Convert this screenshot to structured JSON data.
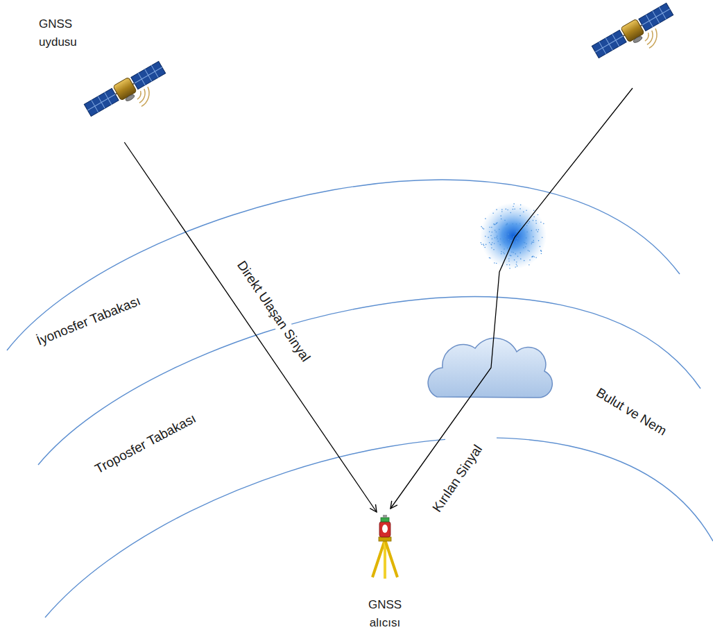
{
  "diagram": {
    "nodes": [
      {
        "text": [
          "GNSS uydusu"
        ]
      },
      {
        "text": [
          "GNSS alıcısı"
        ]
      }
    ],
    "edges": [
      {
        "from": 0,
        "to": 1,
        "arrow": "to",
        "label": "Direkt Ulaşan Sinyal"
      }
    ],
    "labels": [
      "İyonosfer Tabakası",
      "Troposfer Tabakası",
      "Bulut ve Nem",
      "Kırılan Sinyal"
    ]
  }
}
